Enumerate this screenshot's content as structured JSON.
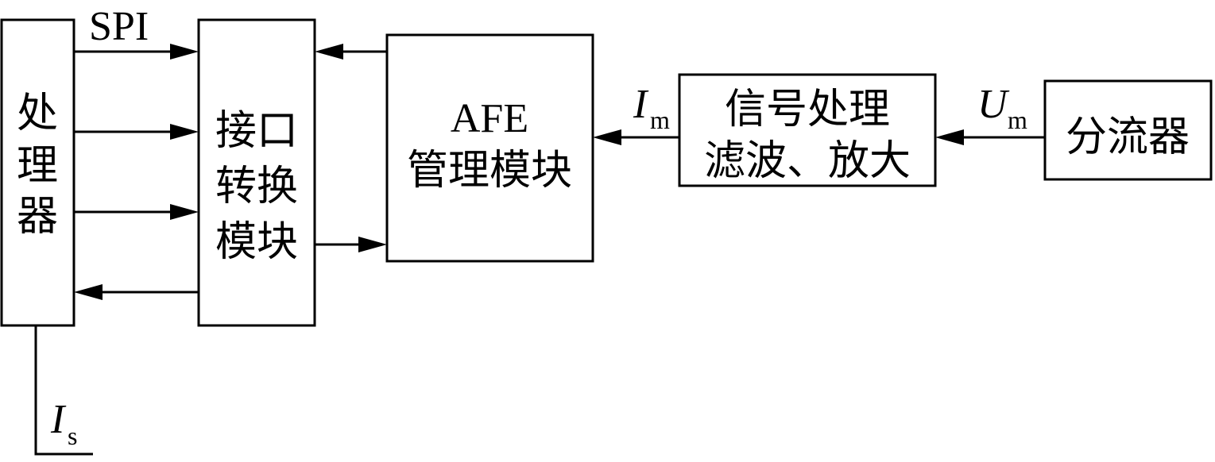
{
  "blocks": {
    "processor": {
      "label_lines": [
        "处",
        "理",
        "器"
      ]
    },
    "interface": {
      "label_lines": [
        "接口",
        "转换",
        "模块"
      ]
    },
    "afe": {
      "label_lines": [
        "AFE",
        "管理模块"
      ]
    },
    "signal": {
      "label_lines": [
        "信号处理",
        "滤波、放大"
      ]
    },
    "shunt": {
      "label": "分流器"
    }
  },
  "signals": {
    "spi": "SPI",
    "im": {
      "main": "I",
      "sub": "m"
    },
    "um": {
      "main": "U",
      "sub": "m"
    },
    "is": {
      "main": "I",
      "sub": "s"
    }
  }
}
